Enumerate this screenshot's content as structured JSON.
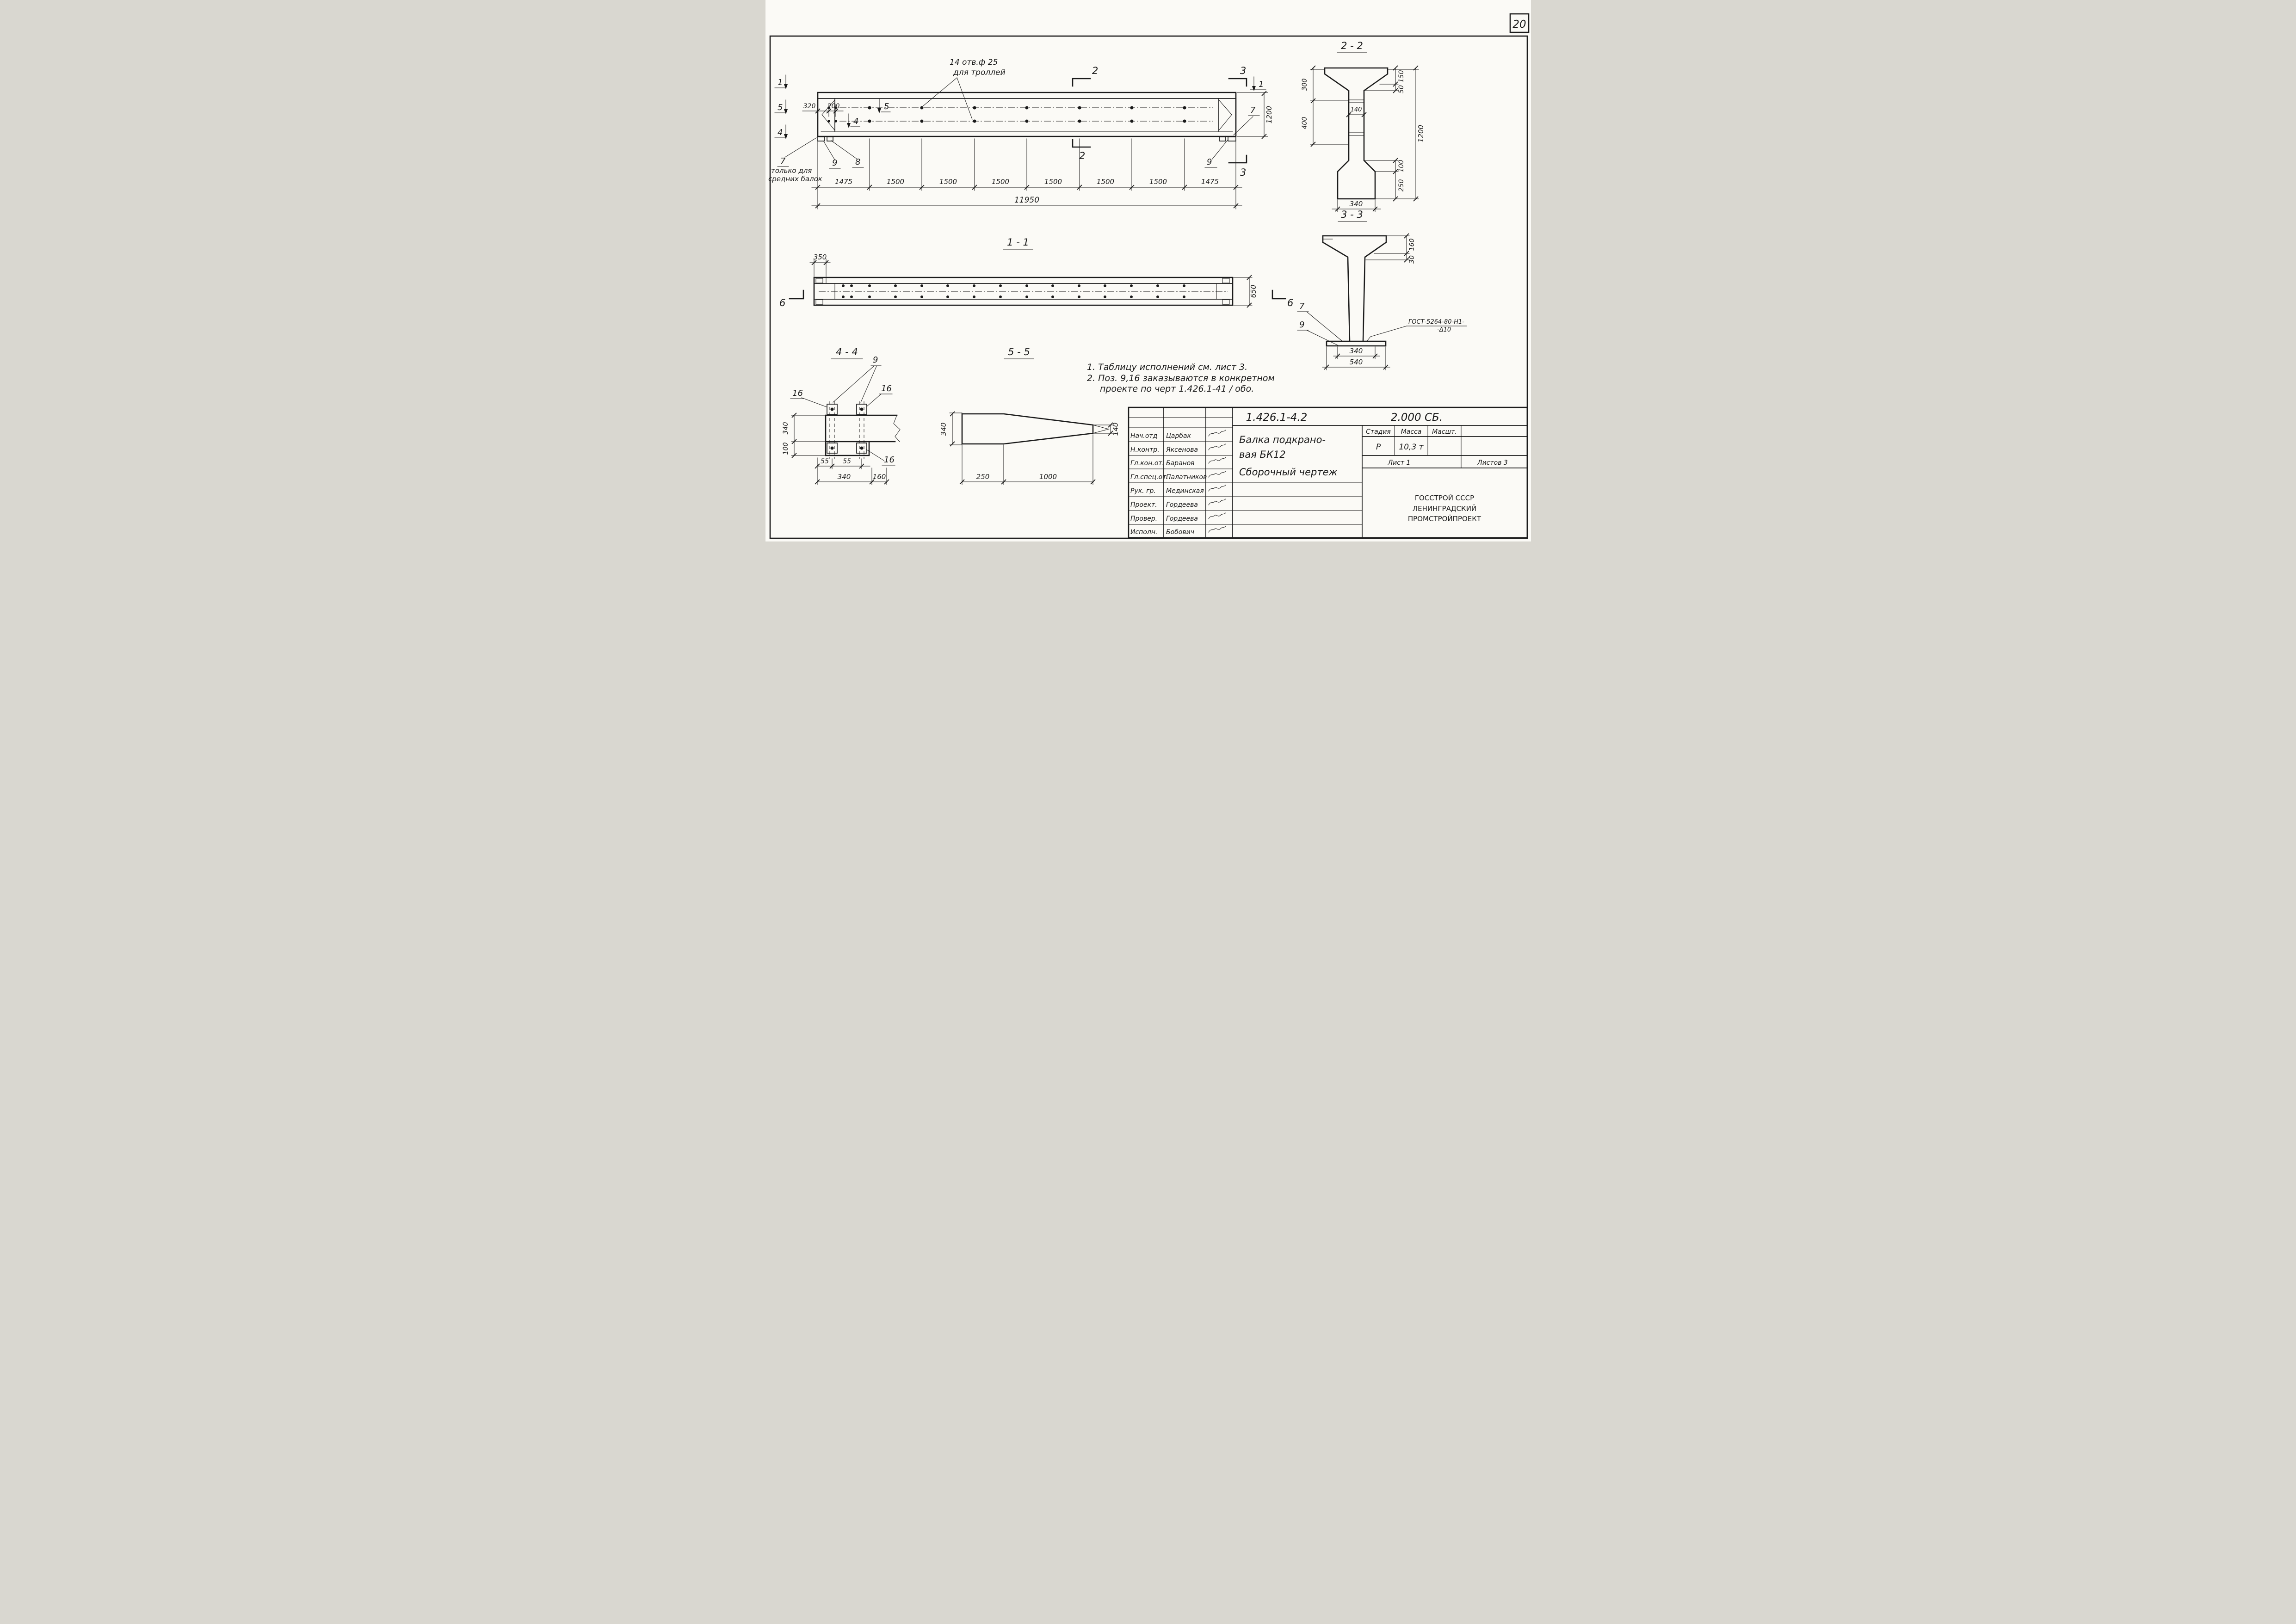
{
  "sheet": {
    "number": "20"
  },
  "elevation": {
    "callout_line1": "14 отв.ф 25",
    "callout_line2": "для троллей",
    "marker_1_left": "1",
    "marker_5_left": "5",
    "marker_4_left": "4",
    "marker_5_inner": "5",
    "marker_4_inner": "4",
    "marker_2_top": "2",
    "marker_2_bottom": "2",
    "marker_3_top": "3",
    "marker_3_bottom": "3",
    "marker_1_right": "1",
    "label_7_right": "7",
    "label_9_right": "9",
    "label_7_left": "7",
    "label_9_left": "9",
    "label_8_left": "8",
    "note_line1": "только для",
    "note_line2": "средних балок",
    "dim_320": "320",
    "dim_200": "200",
    "dim_1200": "1200",
    "dim_segments": [
      "1475",
      "1500",
      "1500",
      "1500",
      "1500",
      "1500",
      "1500",
      "1475"
    ],
    "dim_total": "11950"
  },
  "section22": {
    "title": "2 - 2",
    "dim_300": "300",
    "dim_400": "400",
    "dim_150": "150",
    "dim_50": "50",
    "dim_140": "140",
    "dim_100": "100",
    "dim_250": "250",
    "dim_1200": "1200",
    "dim_340": "340"
  },
  "section33": {
    "title": "3 - 3",
    "dim_160": "160",
    "dim_30": "30",
    "dim_340": "340",
    "dim_540": "540",
    "label_7": "7",
    "label_9": "9",
    "weld_note_line1": "ГОСТ-5264-80-Н1-",
    "weld_note_line2": "-Δ10"
  },
  "view11": {
    "title": "1 - 1",
    "dim_350": "350",
    "dim_650": "650",
    "marker_6_left": "6",
    "marker_6_right": "6"
  },
  "view44": {
    "title": "4 - 4",
    "label_9": "9",
    "label_16_a": "16",
    "label_16_b": "16",
    "label_16_c": "16",
    "dim_340_left": "340",
    "dim_100": "100",
    "dim_55_a": "55",
    "dim_55_b": "55",
    "dim_340_bottom": "340",
    "dim_160": "160"
  },
  "view55": {
    "title": "5 - 5",
    "dim_340": "340",
    "dim_140": "140",
    "dim_250": "250",
    "dim_1000": "1000"
  },
  "notes": {
    "line1": "1. Таблицу исполнений  см. лист 3.",
    "line2": "2. Поз. 9,16 заказываются в конкретном",
    "line3": "проекте по черт 1.426.1-41 / обо."
  },
  "titleblock": {
    "doc_number": "1.426.1-4.2",
    "doc_code": "2.000 СБ.",
    "rows": [
      {
        "role": "Нач.отд",
        "name": "Царбак"
      },
      {
        "role": "Н.контр.",
        "name": "Яксенова"
      },
      {
        "role": "Гл.кон.от.",
        "name": "Баранов"
      },
      {
        "role": "Гл.спец.от.",
        "name": "Палатников"
      },
      {
        "role": "Рук. гр.",
        "name": "Мединская"
      },
      {
        "role": "Проект.",
        "name": "Гордеева"
      },
      {
        "role": "Провер.",
        "name": "Гордеева"
      },
      {
        "role": "Исполн.",
        "name": "Бобович"
      }
    ],
    "title_line1": "Балка  подкрано-",
    "title_line2": "вая  БК12",
    "title_line3": "Сборочный  чертеж",
    "stage_header": "Стадия",
    "mass_header": "Масса",
    "scale_header": "Масшт.",
    "stage_value": "Р",
    "mass_value": "10,3 т",
    "sheet_label": "Лист 1",
    "sheets_label": "Листов 3",
    "org_line1": "ГОССТРОЙ СССР",
    "org_line2": "ЛЕНИНГРАДСКИЙ",
    "org_line3": "ПРОМСТРОЙПРОЕКТ"
  }
}
